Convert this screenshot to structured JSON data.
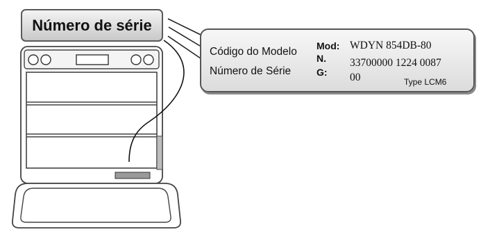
{
  "title": "Número de série",
  "label": {
    "left_labels": [
      "Código do Modelo",
      "Número de Série"
    ],
    "mod_key": "Mod:",
    "mod_value": "WDYN 854DB-80",
    "n_key": "N.",
    "n_value": "33700000 1224 0087",
    "g_key": "G:",
    "g_value": "00",
    "type_text": "Type LCM6"
  }
}
